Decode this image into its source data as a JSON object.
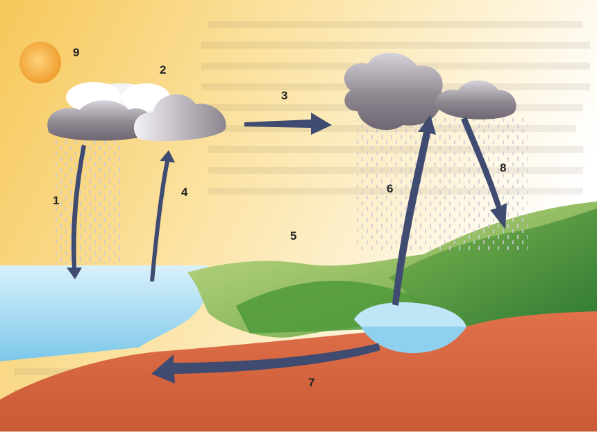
{
  "diagram": {
    "labels": {
      "n1": "1",
      "n2": "2",
      "n3": "3",
      "n4": "4",
      "n5": "5",
      "n6": "6",
      "n7": "7",
      "n8": "8",
      "n9": "9"
    },
    "colors": {
      "sky_top": "#f6c85a",
      "sky_bottom": "#fdf2d6",
      "sun": "#f1a632",
      "cloud_dark": "#7d7580",
      "cloud_light": "#e6e3e8",
      "sea": "#8fd0ee",
      "hills_light": "#9cc35e",
      "hills_dark": "#3f8a3a",
      "ground": "#d9663f",
      "arrow": "#3f4b70",
      "rain": "#c7c3cf",
      "label": "#222222"
    },
    "icons": {
      "sun": "sun-icon",
      "cloud": "rain-cloud-icon",
      "arrow": "flow-arrow-icon"
    }
  }
}
